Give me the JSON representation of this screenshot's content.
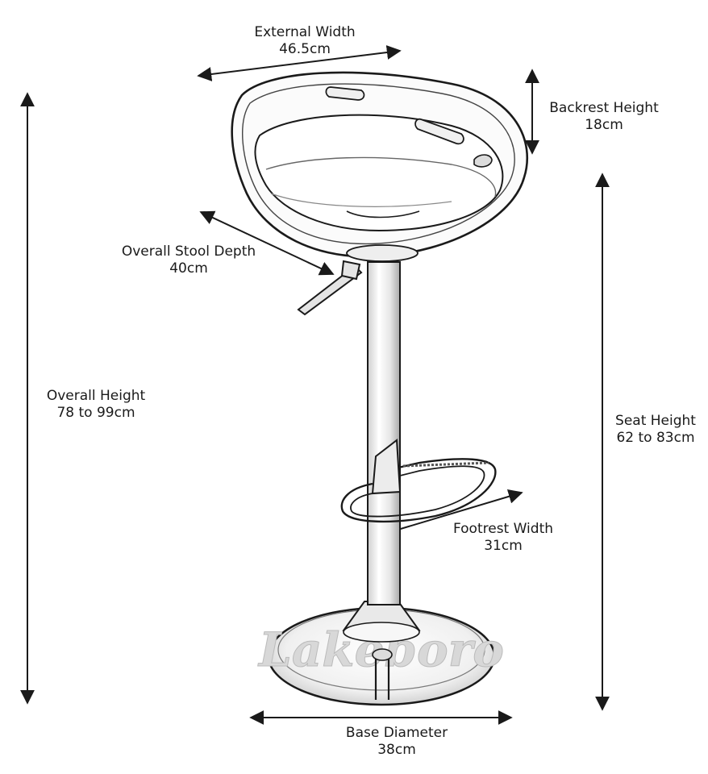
{
  "dimensions": [
    {
      "id": "external-width",
      "label": "External Width",
      "value": "46.5cm"
    },
    {
      "id": "backrest-height",
      "label": "Backrest Height",
      "value": "18cm"
    },
    {
      "id": "overall-stool-depth",
      "label": "Overall Stool Depth",
      "value": "40cm"
    },
    {
      "id": "overall-height",
      "label": "Overall Height",
      "value": "78 to 99cm"
    },
    {
      "id": "seat-height",
      "label": "Seat Height",
      "value": "62 to 83cm"
    },
    {
      "id": "footrest-width",
      "label": "Footrest Width",
      "value": "31cm"
    },
    {
      "id": "base-diameter",
      "label": "Base Diameter",
      "value": "38cm"
    }
  ],
  "watermark": "Lakeboro",
  "colors": {
    "line": "#1a1a1a",
    "watermark": "#d8d8d8",
    "chrome_light": "#f4f4f4",
    "chrome_shade": "#bdbdbd"
  }
}
